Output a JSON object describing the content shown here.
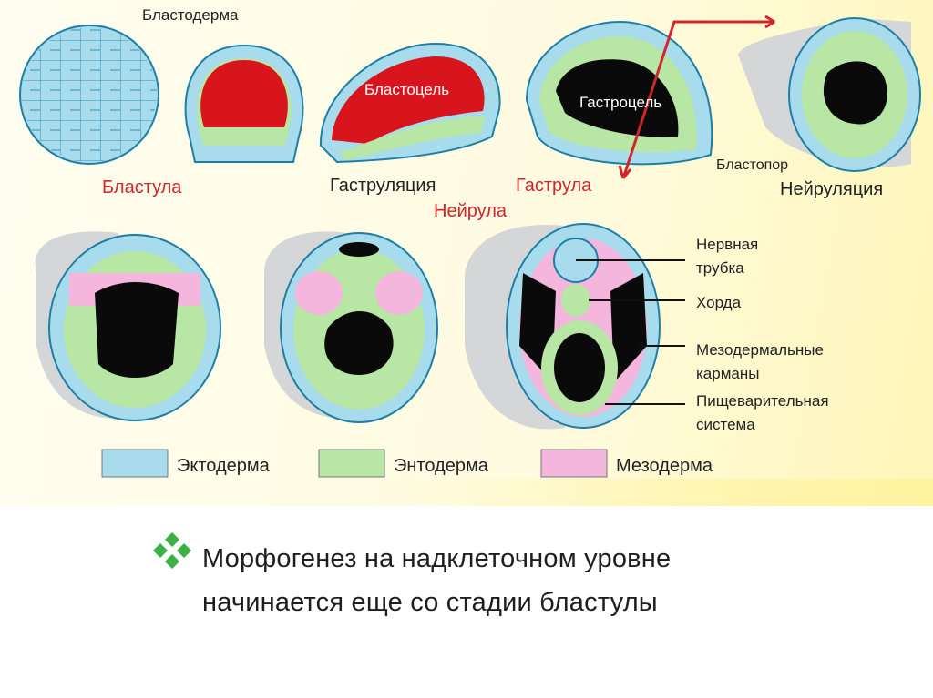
{
  "colors": {
    "ectoderm": "#a8dcec",
    "endoderm": "#b8e6a4",
    "mesoderm": "#f4b6dc",
    "blastocoel": "#d8141c",
    "cavity": "#0a0a0a",
    "outline": "#1d7fa6",
    "red_label": "#d0262a",
    "surface": "#d4d6d8"
  },
  "top_row": {
    "blastoderm": "Бластодерма",
    "blastula": "Бластула",
    "blastocoel": "Бластоцель",
    "gastrulation": "Гаструляция",
    "gastrocoel": "Гастроцель",
    "gastrula": "Гаструла",
    "blastopore": "Бластопор",
    "neurulation": "Нейруляция",
    "neurula": "Нейрула"
  },
  "callouts": {
    "neural_tube_1": "Нервная",
    "neural_tube_2": "трубка",
    "notochord": "Хорда",
    "mesodermal_pockets_1": "Мезодермальные",
    "mesodermal_pockets_2": "карманы",
    "digestive_system_1": "Пищеварительная",
    "digestive_system_2": "система"
  },
  "legend": [
    {
      "label": "Эктодерма",
      "color": "#a8dcec"
    },
    {
      "label": "Энтодерма",
      "color": "#b8e6a4"
    },
    {
      "label": "Мезодерма",
      "color": "#f4b6dc"
    }
  ],
  "bullet": {
    "icon": "diamond-cluster-icon",
    "line1": "Морфогенез на надклеточном уровне",
    "line2": "начинается еще со стадии бластулы"
  }
}
